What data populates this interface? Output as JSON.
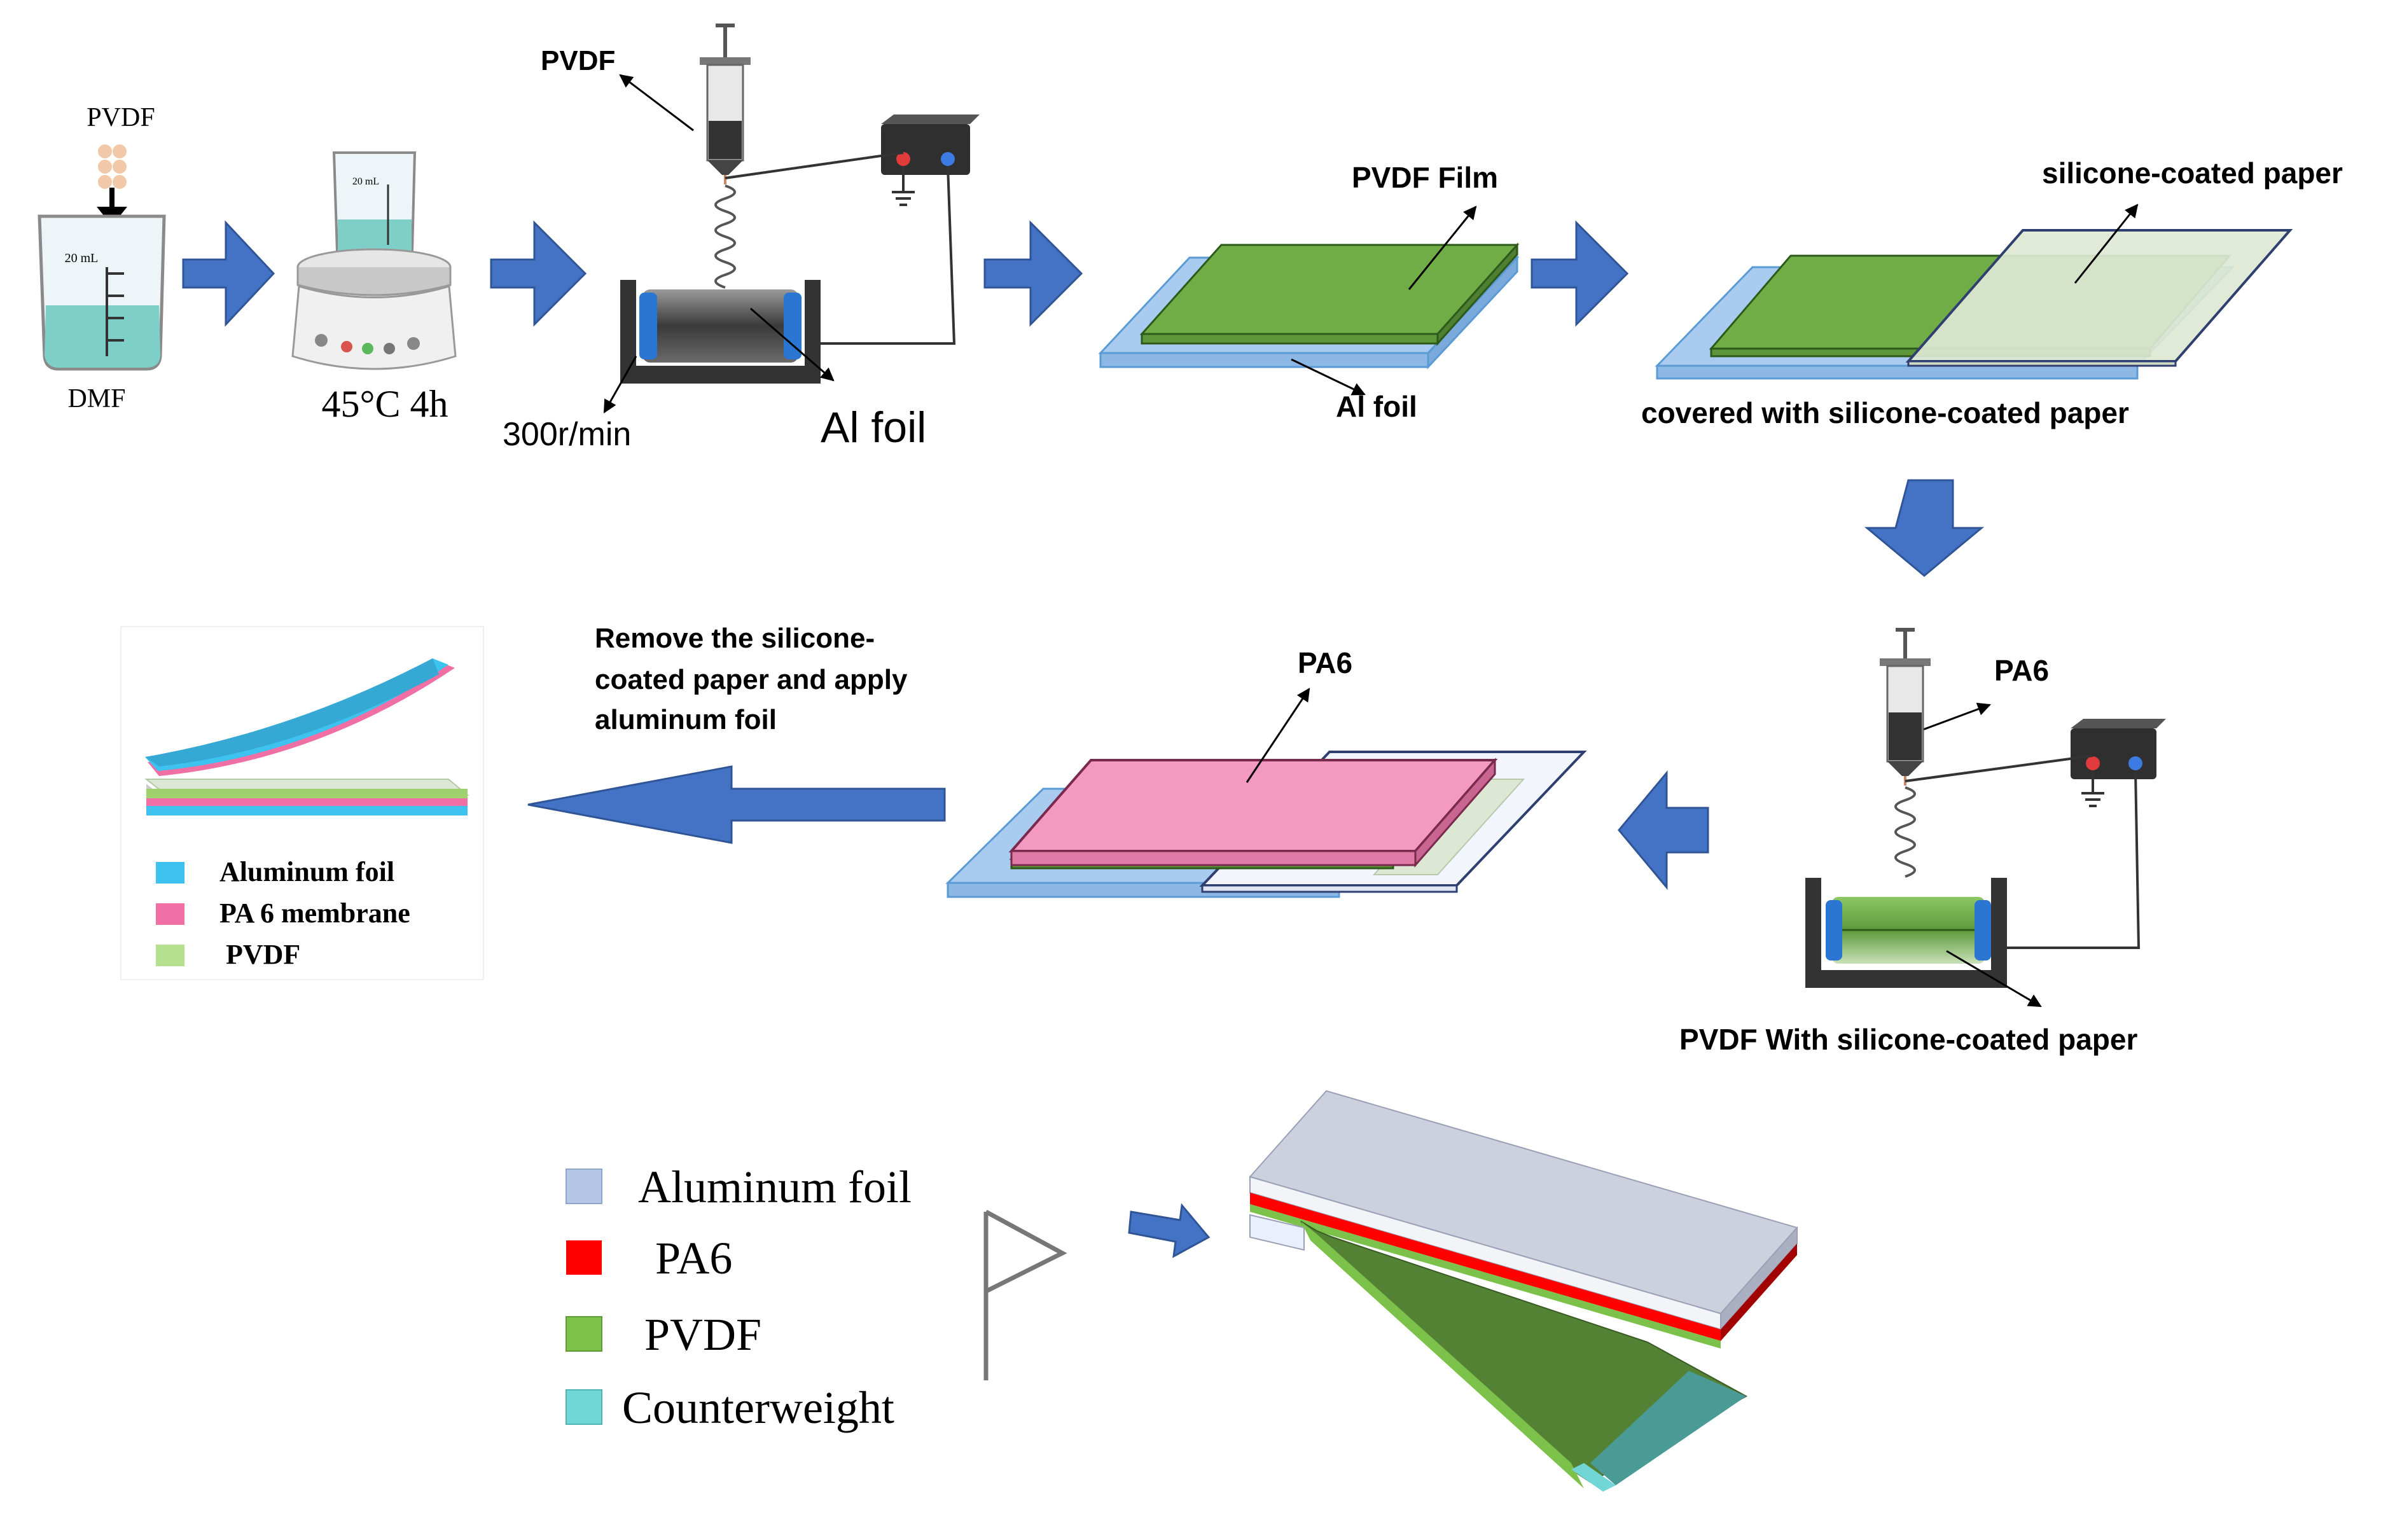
{
  "colors": {
    "arrow_blue": "#4472C4",
    "arrow_blue_dark": "#2F5597",
    "al_foil": "#A9CBF0",
    "al_foil_edge": "#5B9BD5",
    "pvdf_green": "#70AD47",
    "pvdf_light": "#C9E0B8",
    "silicone_paper": "#DDE8D4",
    "pa6_pink": "#F49AC1",
    "pa6_red": "#FF0000",
    "counterweight": "#73D6D6",
    "liquid": "#7FCFC9"
  },
  "step1": {
    "top_label": "PVDF",
    "bottom_label": "DMF",
    "beaker_label": "20 mL"
  },
  "step2": {
    "condition_label": "45°C 4h",
    "beaker_label": "20 mL"
  },
  "step3": {
    "syringe_label": "PVDF",
    "speed_label": "300r/min",
    "foil_label": "Al foil"
  },
  "step4": {
    "film_label": "PVDF Film",
    "foil_label": "Al foil"
  },
  "step5": {
    "paper_label": "silicone-coated paper",
    "caption": "covered with silicone-coated paper"
  },
  "step6": {
    "syringe_label": "PA6",
    "caption": "PVDF With silicone-coated paper"
  },
  "step7": {
    "film_label": "PA6"
  },
  "step8": {
    "instruction": [
      "Remove the silicone-",
      "coated paper and apply",
      "aluminum  foil"
    ]
  },
  "legend1": {
    "items": [
      {
        "label": "Aluminum  foil",
        "color": "#3EC3F0"
      },
      {
        "label": "PA 6 membrane",
        "color": "#F06FA5"
      },
      {
        "label": "PVDF",
        "color": "#B5E08E"
      }
    ]
  },
  "legend2": {
    "items": [
      {
        "label": "Aluminum  foil",
        "color": "#B4C7E7"
      },
      {
        "label": "PA6",
        "color": "#FF0000"
      },
      {
        "label": "PVDF",
        "color": "#7CC24A"
      },
      {
        "label": "Counterweight",
        "color": "#73D6D6"
      }
    ]
  }
}
